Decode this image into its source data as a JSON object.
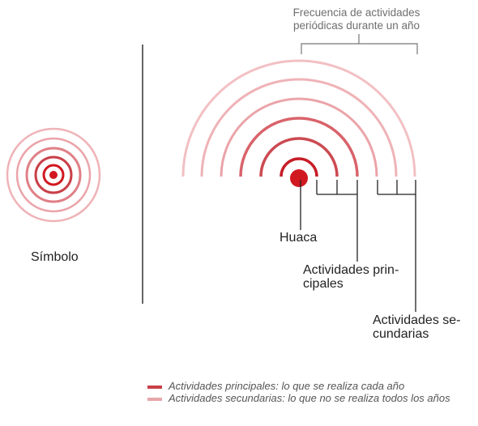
{
  "header_label": "Frecuencia de actividades periódicas durante un año",
  "symbol_label": "Símbolo",
  "huaca_label": "Huaca",
  "primary_label": "Actividades prin-\ncipales",
  "secondary_label": "Actividades se-\ncundarias",
  "legend": [
    {
      "text": "Actividades principales: lo que se realiza cada año",
      "color": "#c94048"
    },
    {
      "text": "Actividades secundarias: lo que no se realiza todos los años",
      "color": "#e7a6ab"
    }
  ],
  "colors": {
    "center": "#d11820",
    "primary": "#c94048",
    "mid": "#e07f86",
    "secondary": "#efb3b7",
    "lines": "#222222",
    "bracket": "#777777"
  }
}
